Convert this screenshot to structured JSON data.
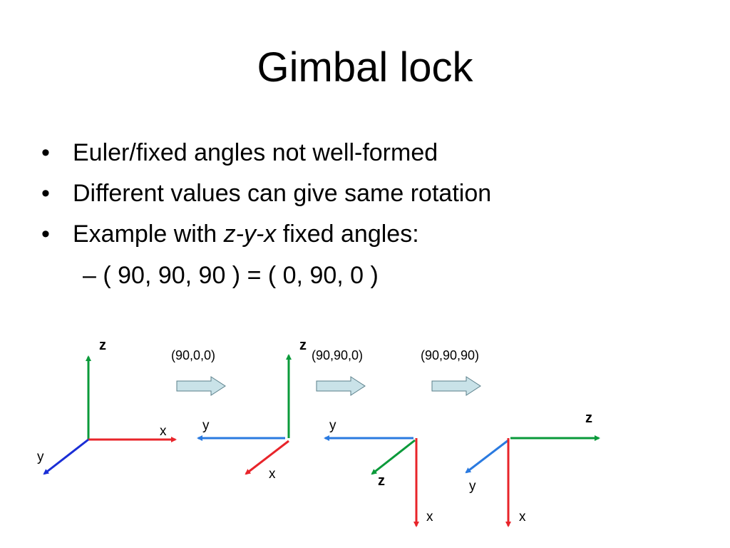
{
  "title": "Gimbal lock",
  "bullets": [
    "Euler/fixed angles not well-formed",
    "Different values can give same rotation",
    {
      "prefix": "Example with ",
      "italic": "z-y-x",
      "suffix": " fixed angles:"
    }
  ],
  "bullet_marker": "•",
  "sub_bullet": "– ( 90, 90, 90 ) = ( 0, 90, 0 )",
  "diagram": {
    "rotation_labels": [
      "(90,0,0)",
      "(90,90,0)",
      "(90,90,90)"
    ],
    "axis_labels": {
      "frame1": {
        "z": "z",
        "x": "x",
        "y": "y"
      },
      "frame2": {
        "z": "z",
        "y": "y",
        "x": "x"
      },
      "frame3": {
        "y": "y",
        "z": "z",
        "x": "x"
      },
      "frame4": {
        "z": "z",
        "y": "y",
        "x": "x"
      }
    },
    "colors": {
      "x": "#e8242a",
      "y": "#2a7ae0",
      "y_dark": "#1a2ed6",
      "z": "#0a9a3a",
      "arrow_fill": "#c9e2e8",
      "arrow_stroke": "#5a7f8a"
    }
  }
}
